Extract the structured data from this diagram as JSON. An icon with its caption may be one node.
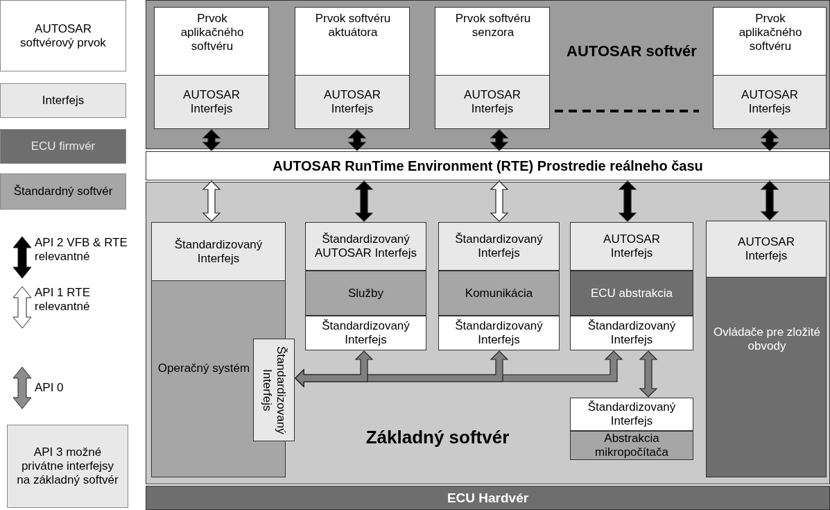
{
  "diagram": {
    "nodes": [
      {
        "text": [
          "AUTOSAR softvér"
        ]
      },
      {
        "text": [
          "Prvok aplikačného softvéru"
        ],
        "in": 0
      },
      {
        "text": [
          "AUTOSAR Interfejs"
        ],
        "in": 1
      },
      {
        "text": [
          "Prvok softvéru aktuátora"
        ],
        "in": 0
      },
      {
        "text": [
          "AUTOSAR Interfejs"
        ],
        "in": 3
      },
      {
        "text": [
          "Prvok softvéru senzora"
        ],
        "in": 0
      },
      {
        "text": [
          "AUTOSAR Interfejs"
        ],
        "in": 5
      },
      {
        "text": [
          "Prvok aplikačného softvéru"
        ],
        "in": 0
      },
      {
        "text": [
          "AUTOSAR Interfejs"
        ],
        "in": 7
      },
      {
        "text": [
          "AUTOSAR RunTime Environment (RTE) Prostredie reálneho času"
        ]
      },
      {
        "text": [
          "Základný softvér"
        ]
      },
      {
        "text": [
          "Operačný systém"
        ],
        "in": 10
      },
      {
        "text": [
          "Štandardizovaný Interfejs"
        ],
        "in": 11
      },
      {
        "text": [
          "Štandardizovaný Interfejs"
        ],
        "in": 10
      },
      {
        "text": [
          "Štandardizovaný AUTOSAR Interfejs"
        ],
        "in": 10
      },
      {
        "text": [
          "Služby"
        ],
        "in": 10
      },
      {
        "text": [
          "Štandardizovaný Interfejs"
        ],
        "in": 10
      },
      {
        "text": [
          "Štandardizovaný Interfejs"
        ],
        "in": 10
      },
      {
        "text": [
          "Komunikácia"
        ],
        "in": 10
      },
      {
        "text": [
          "Štandardizovaný Interfejs"
        ],
        "in": 10
      },
      {
        "text": [
          "AUTOSAR Interfejs"
        ],
        "in": 10
      },
      {
        "text": [
          "ECU abstrakcia"
        ],
        "in": 10
      },
      {
        "text": [
          "Štandardizovaný Interfejs"
        ],
        "in": 10
      },
      {
        "text": [
          "Štandardizovaný Interfejs"
        ],
        "in": 10
      },
      {
        "text": [
          "Abstrakcia mikropočítača"
        ],
        "in": 10
      },
      {
        "text": [
          "Ovládače pre zložité obvody"
        ],
        "in": 10
      },
      {
        "text": [
          "AUTOSAR Interfejs"
        ],
        "in": 25
      },
      {
        "text": [
          "ECU Hardvér"
        ]
      }
    ],
    "edges": [
      {
        "from": 2,
        "to": 9,
        "arrow": "both"
      },
      {
        "from": 4,
        "to": 9,
        "arrow": "both"
      },
      {
        "from": 6,
        "to": 9,
        "arrow": "both"
      },
      {
        "from": 8,
        "to": 9,
        "arrow": "both"
      },
      {
        "from": 9,
        "to": 12,
        "arrow": "both",
        "color": "#ffffff"
      },
      {
        "from": 9,
        "to": 14,
        "arrow": "both"
      },
      {
        "from": 9,
        "to": 17,
        "arrow": "both",
        "color": "#ffffff"
      },
      {
        "from": 9,
        "to": 20,
        "arrow": "both"
      },
      {
        "from": 9,
        "to": 26,
        "arrow": "both"
      },
      {
        "from": 16,
        "to": 13,
        "arrow": "both",
        "color": "#808080"
      },
      {
        "from": 19,
        "to": 13,
        "arrow": "both",
        "color": "#808080"
      },
      {
        "from": 22,
        "to": 13,
        "arrow": "both",
        "color": "#808080"
      },
      {
        "from": 22,
        "to": 23,
        "arrow": "both",
        "color": "#808080"
      }
    ],
    "legend": [
      {
        "text": "AUTOSAR softvérový prvok",
        "color": "#ffffff"
      },
      {
        "text": "Interfejs",
        "color": "#e8e8e8"
      },
      {
        "text": "ECU firmvér",
        "color": "#6e6e6e"
      },
      {
        "text": "Štandardný softvér",
        "color": "#a6a6a6"
      },
      {
        "text": "API 2 VFB & RTE relevantné"
      },
      {
        "text": "API 1 RTE relevantné"
      },
      {
        "text": "API 0"
      },
      {
        "text": "API 3 možné privátne interfejsy na základný softvér",
        "color": "#e8e8e8"
      }
    ]
  }
}
